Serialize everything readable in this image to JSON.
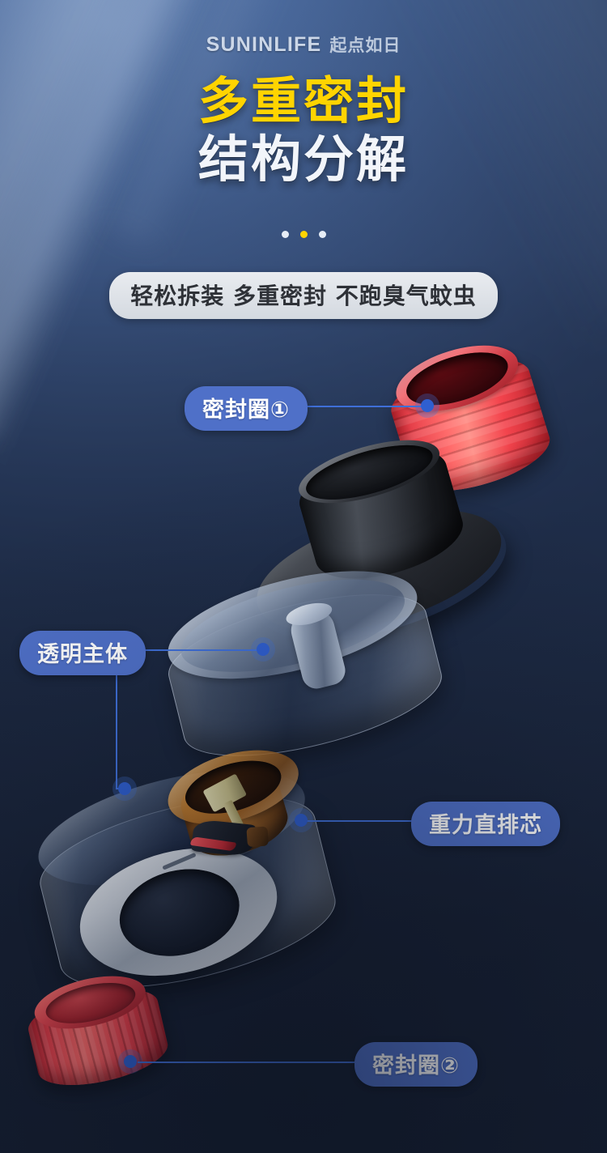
{
  "brand": {
    "name_en": "SUNINLIFE",
    "name_cn": "起点如日"
  },
  "header": {
    "title_line1": "多重密封",
    "title_line2": "结构分解",
    "tagline": "轻松拆装 多重密封 不跑臭气蚊虫",
    "dots": [
      "",
      "",
      ""
    ]
  },
  "callouts": [
    {
      "label": "密封圈①",
      "part": "top-red-seal-ring"
    },
    {
      "label": "透明主体",
      "part": "transparent-main-body"
    },
    {
      "label": "重力直排芯",
      "part": "gravity-direct-drain-core"
    },
    {
      "label": "密封圈②",
      "part": "bottom-red-seal-ring"
    }
  ],
  "colors": {
    "accent_yellow": "#ffd400",
    "pill_blue": "#4f70c8",
    "leader_blue": "#3f6fd8",
    "bg_top": "#4a699c",
    "bg_bottom": "#1b2740",
    "seal_red": "#ef3f49",
    "core_amber": "#d98c34"
  }
}
